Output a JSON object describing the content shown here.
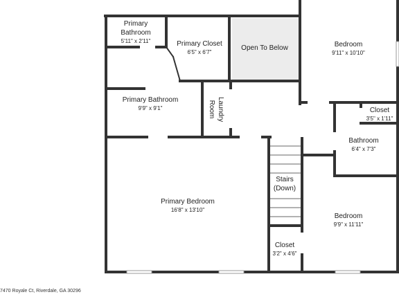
{
  "plan": {
    "address": "7470 Royale Ct, Riverdale, GA 30296",
    "colors": {
      "wall": "#333333",
      "floor": "#ffffff",
      "open_area": "#ececec",
      "window": "#cccccc"
    },
    "rooms": {
      "primary_bathroom_small": {
        "name_line1": "Primary",
        "name_line2": "Bathroom",
        "dims": "5'11\" x 2'11\""
      },
      "primary_closet": {
        "name": "Primary Closet",
        "dims": "6'5\" x 6'7\""
      },
      "open_to_below": {
        "name": "Open To Below"
      },
      "bedroom_top": {
        "name": "Bedroom",
        "dims": "9'11\" x 10'10\""
      },
      "primary_bathroom": {
        "name": "Primary Bathroom",
        "dims": "9'9\" x 9'1\""
      },
      "laundry_room": {
        "name_line1": "Laundry",
        "name_line2": "Room"
      },
      "closet_right": {
        "name": "Closet",
        "dims": "3'5\" x 1'11\""
      },
      "bathroom": {
        "name": "Bathroom",
        "dims": "6'4\" x 7'3\""
      },
      "primary_bedroom": {
        "name": "Primary Bedroom",
        "dims": "16'8\" x 13'10\""
      },
      "stairs": {
        "name_line1": "Stairs",
        "name_line2": "(Down)"
      },
      "bedroom_bottom": {
        "name": "Bedroom",
        "dims": "9'9\" x 11'11\""
      },
      "closet_bottom": {
        "name": "Closet",
        "dims": "3'2\" x 4'6\""
      }
    }
  }
}
